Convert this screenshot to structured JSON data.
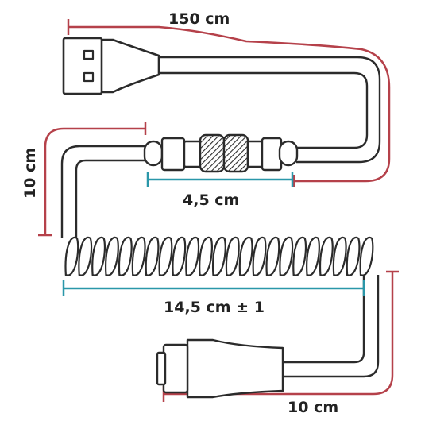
{
  "dimensions": {
    "total_length": "150 cm",
    "connector_length": "4,5 cm",
    "straight_left": "10 cm",
    "coil_length": "14,5 cm ± 1",
    "straight_bottom": "10 cm"
  },
  "coil": {
    "turns": 23
  },
  "colors": {
    "red_dimension": "#b5414a",
    "teal_dimension": "#2a97a9",
    "outline": "#2b2b2b",
    "background": "#ffffff"
  }
}
